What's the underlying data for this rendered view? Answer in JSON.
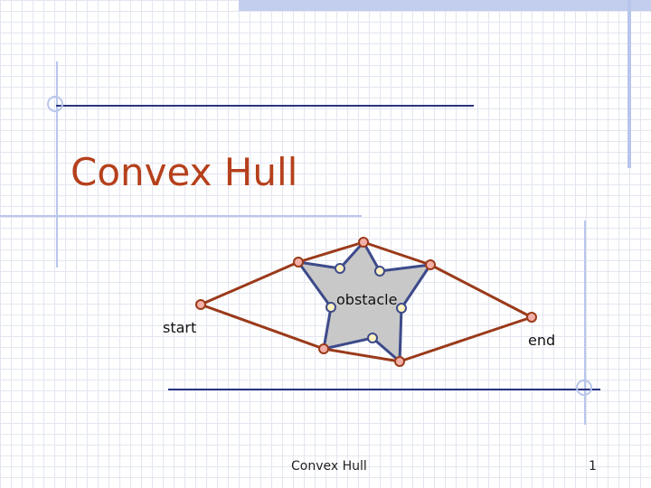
{
  "slide": {
    "title": "Convex Hull",
    "footer_title": "Convex Hull",
    "page_number": "1"
  },
  "diagram": {
    "labels": {
      "obstacle": "obstacle",
      "start": "start",
      "end": "end"
    }
  },
  "colors": {
    "title": "#b5401c",
    "hull": "#9a3a1a",
    "obstacle_fill": "#c8c8c8",
    "obstacle_stroke": "#3d4a8a",
    "hull_node_fill": "#f2b0a8",
    "star_node_fill": "#fdf2c0",
    "decor_blue": "#b8c6ec"
  }
}
